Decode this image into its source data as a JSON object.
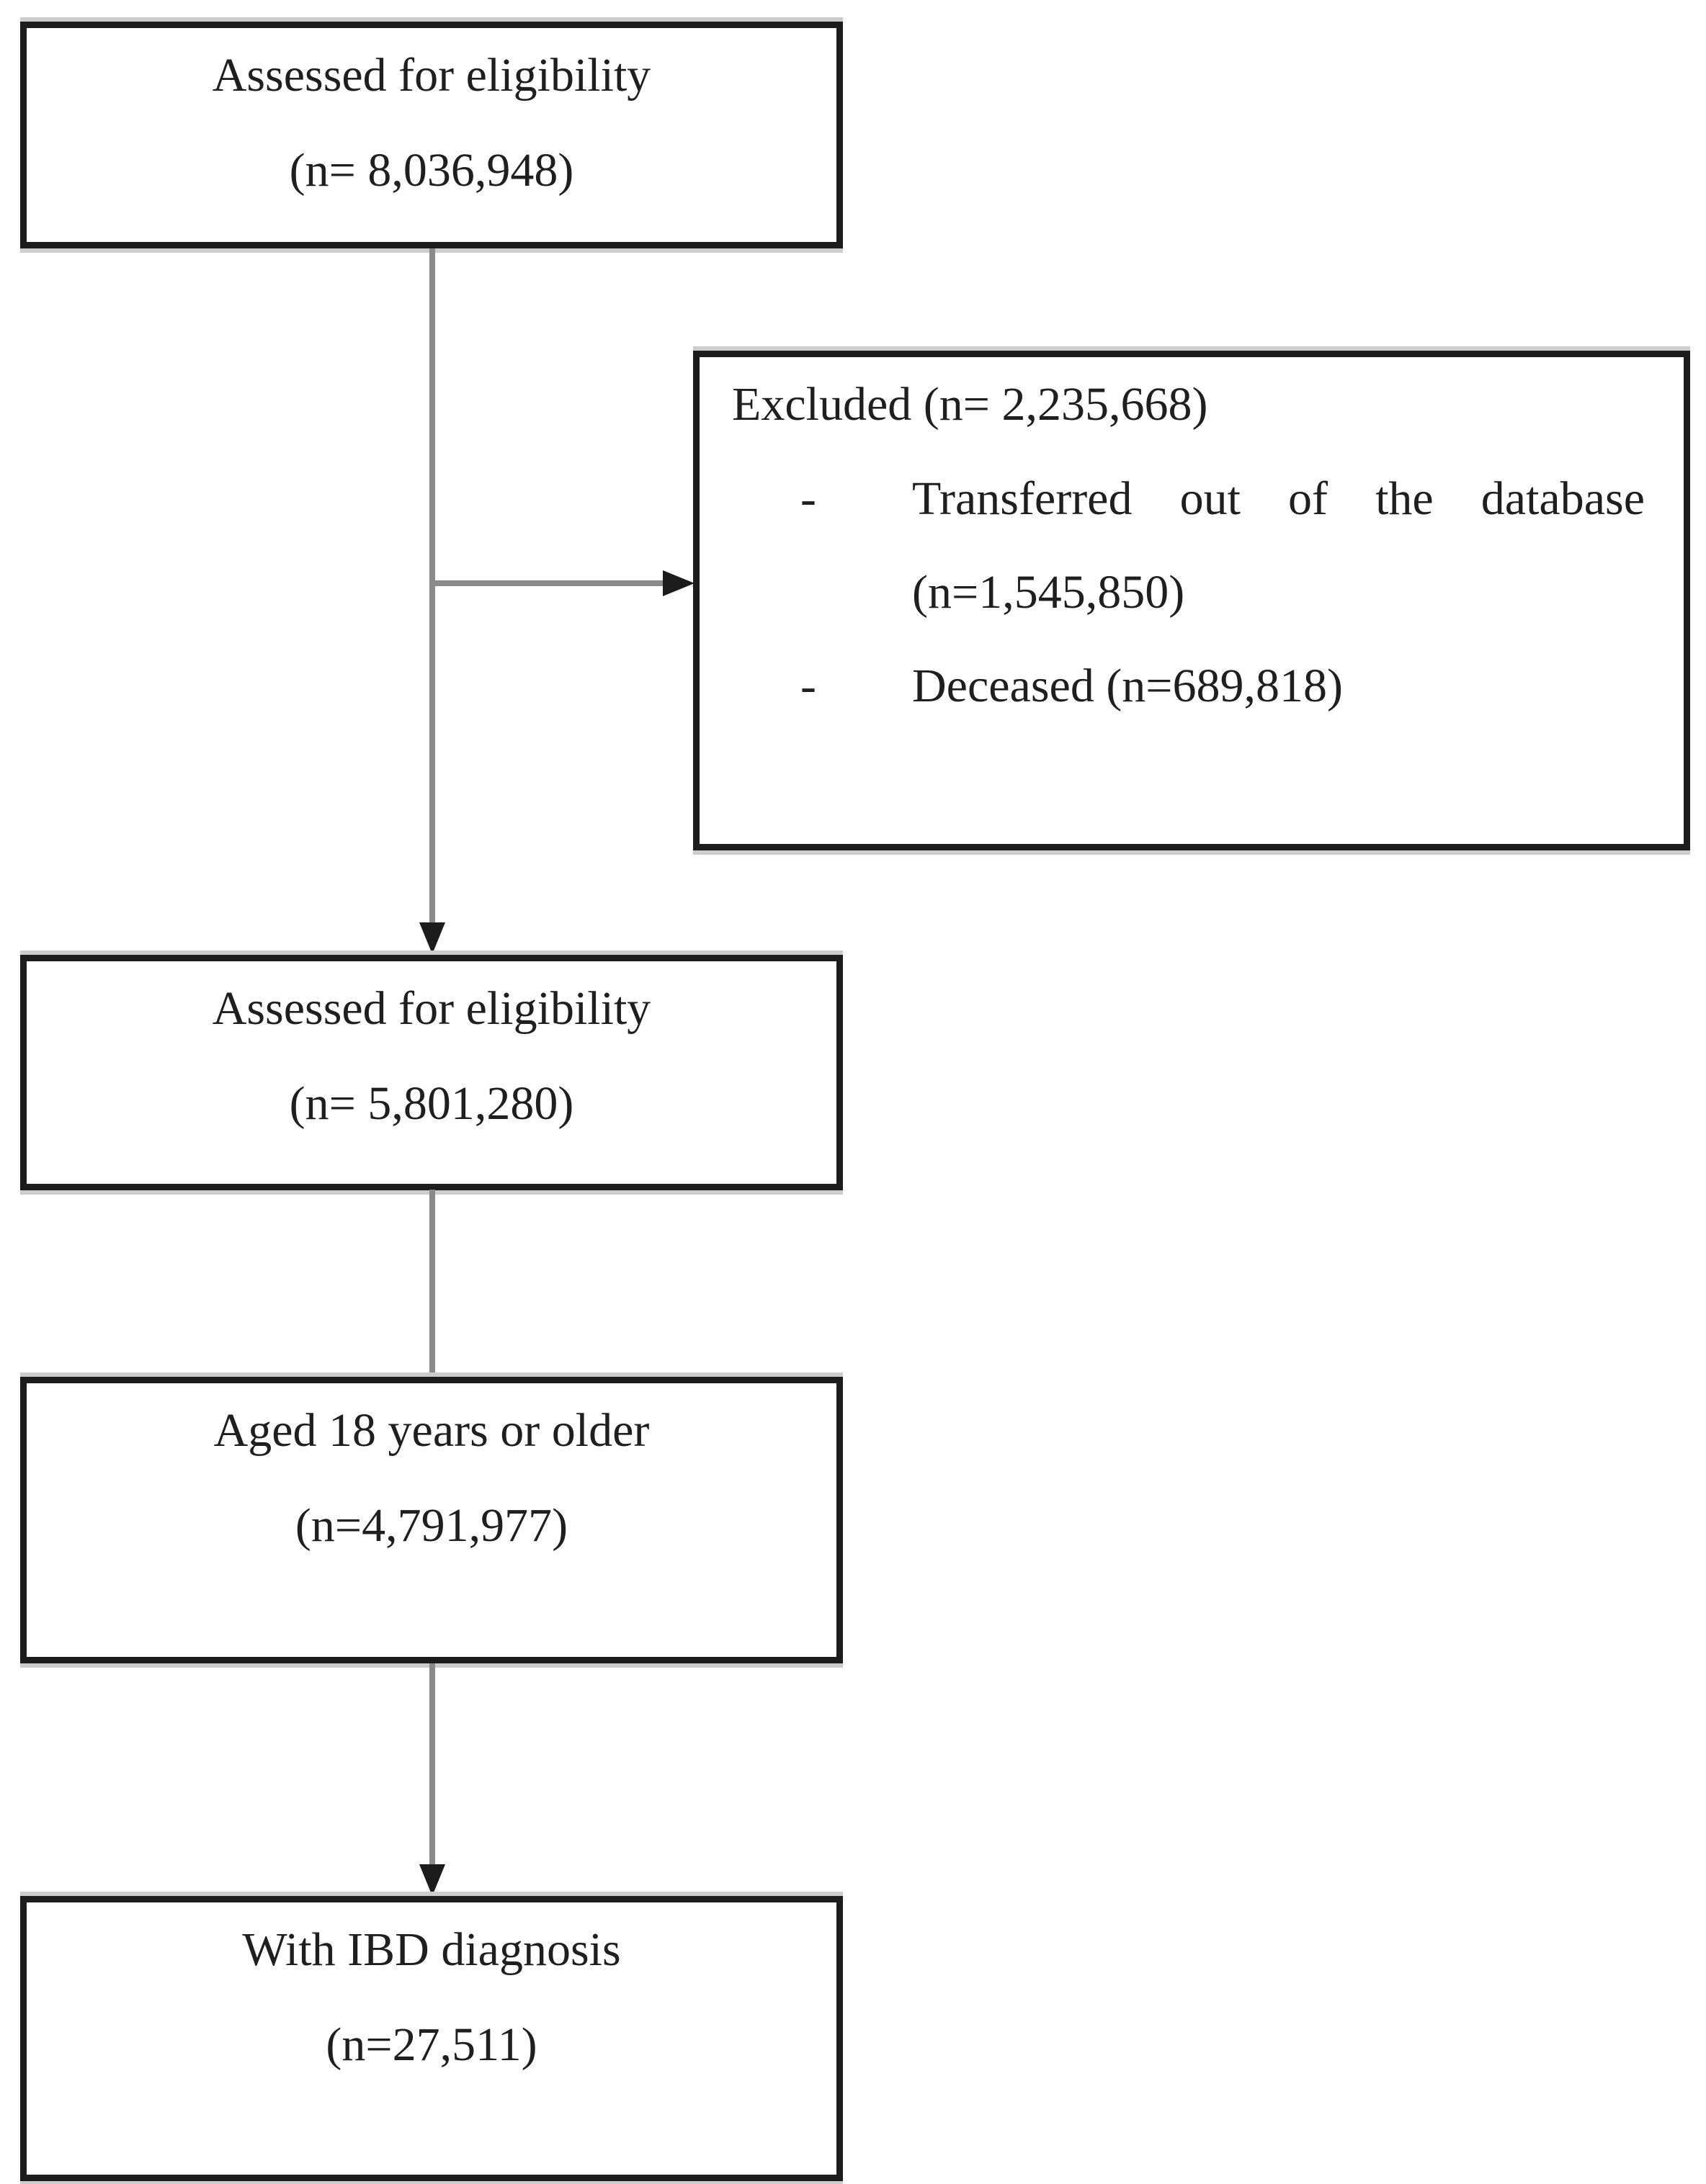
{
  "colors": {
    "background": "#ffffff",
    "box_border": "#1c1c1c",
    "connector_line": "#8a8a8a",
    "arrowhead": "#1c1c1c",
    "text": "#1f1f1f"
  },
  "boxes": {
    "assessed_initial": {
      "line1": "Assessed for eligibility",
      "line2": "(n= 8,036,948)"
    },
    "excluded": {
      "title": "Excluded (n= 2,235,668)",
      "items": [
        {
          "dash": "-",
          "line1": "Transferred out of the database",
          "line2": "(n=1,545,850)"
        },
        {
          "dash": "-",
          "line1": "Deceased (n=689,818)"
        }
      ]
    },
    "assessed_second": {
      "line1": "Assessed for eligibility",
      "line2": "(n= 5,801,280)"
    },
    "aged_18_or_older": {
      "line1": "Aged 18 years or older",
      "line2": "(n=4,791,977)"
    },
    "with_ibd_diagnosis": {
      "line1": "With IBD diagnosis",
      "line2": "(n=27,511)"
    }
  }
}
